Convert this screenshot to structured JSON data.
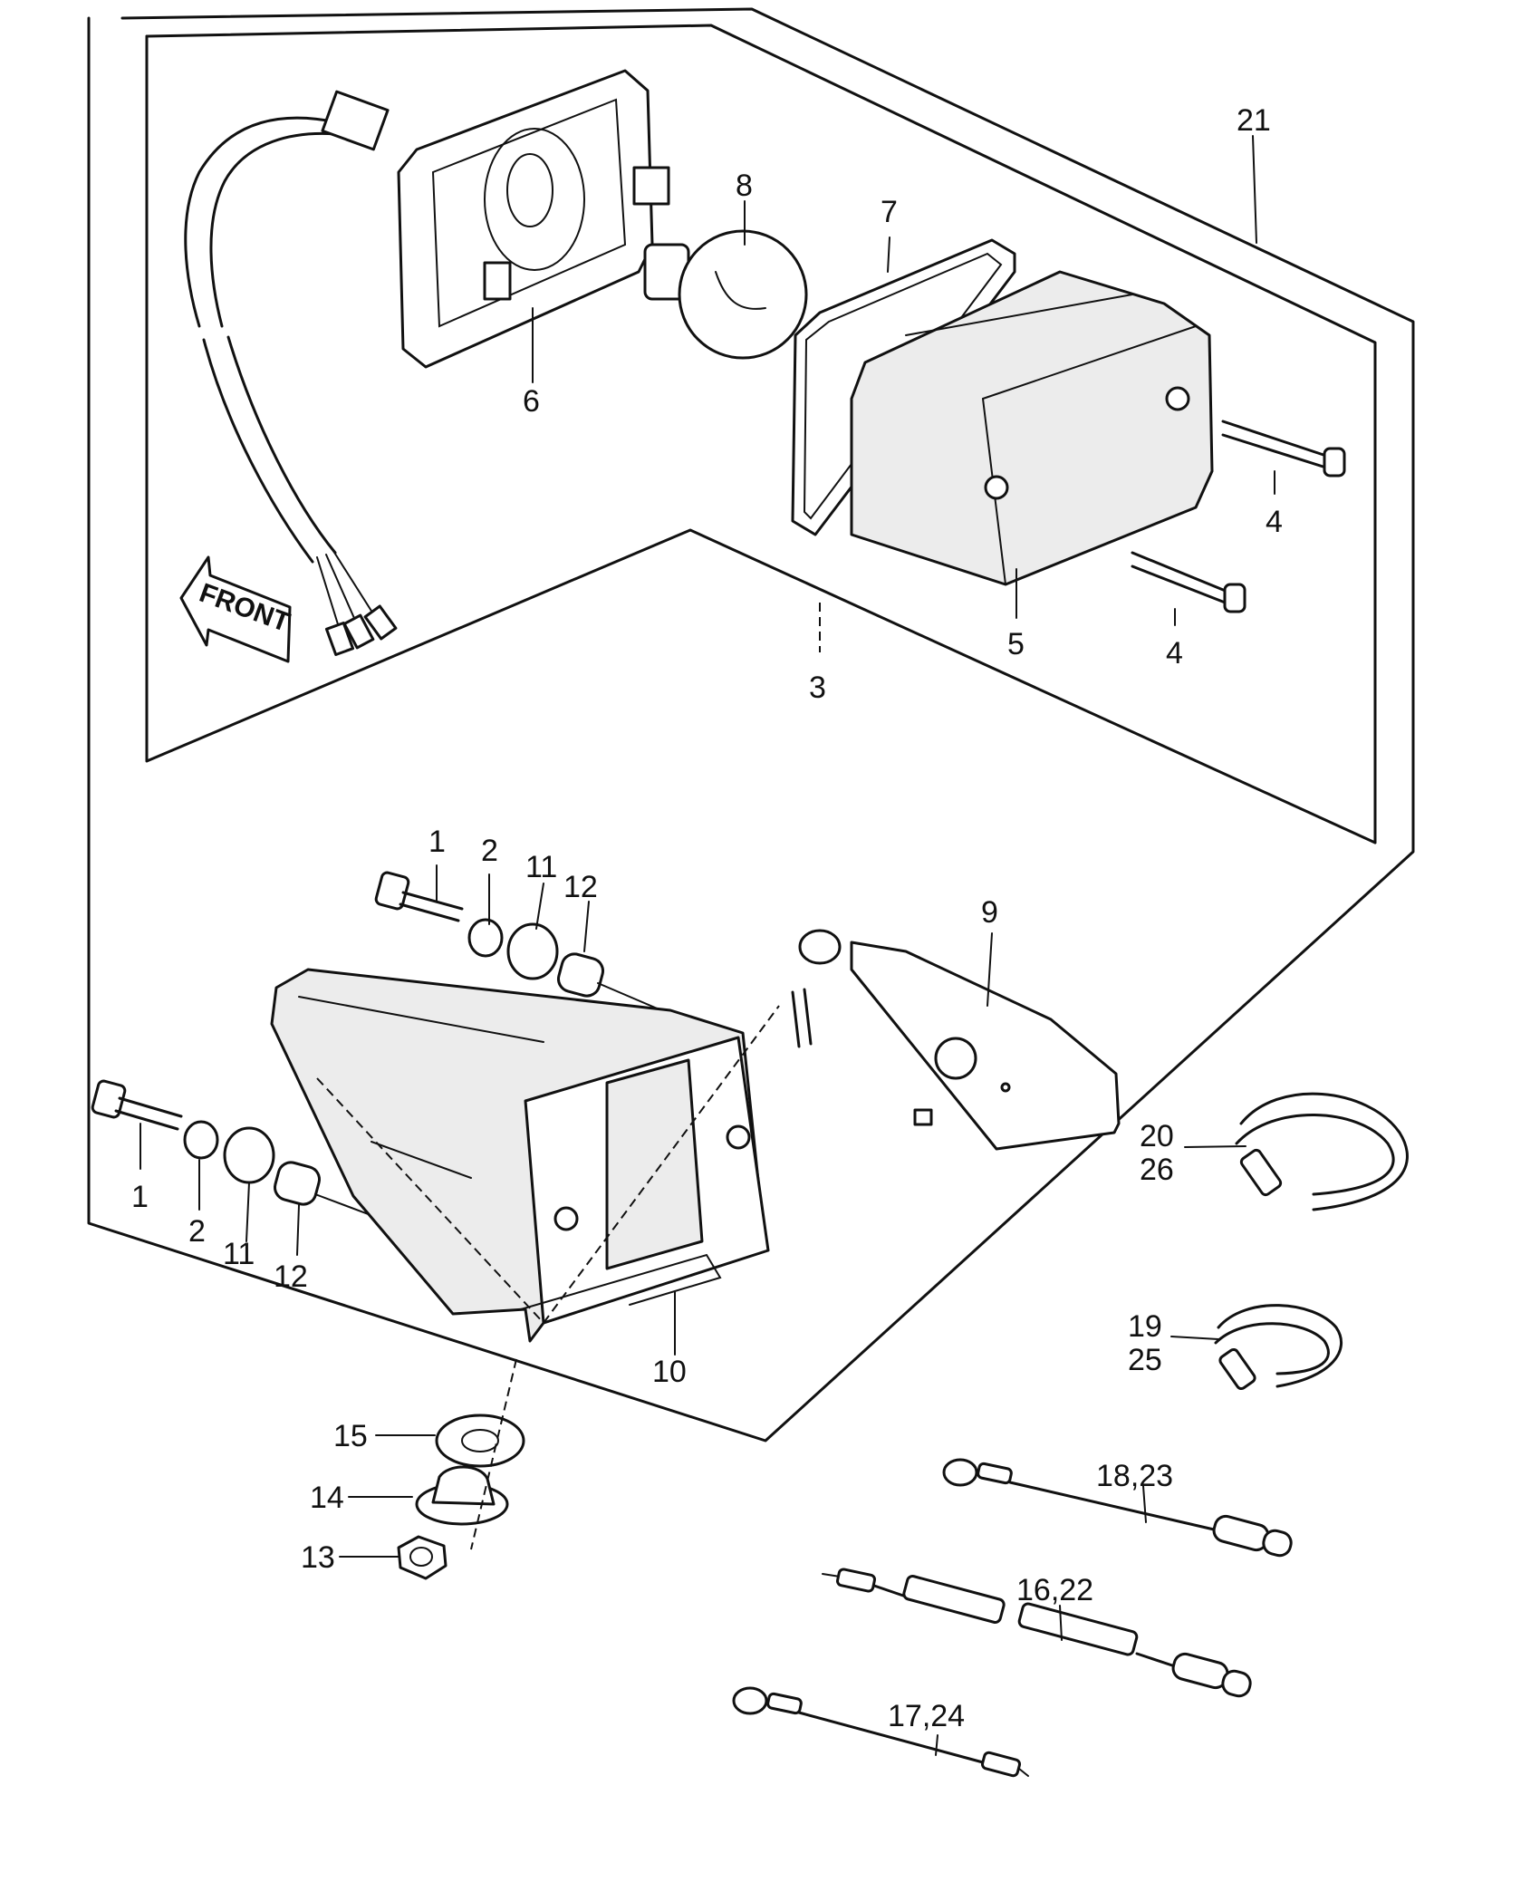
{
  "front_label": "FRONT",
  "callouts": {
    "p21": "21",
    "p8": "8",
    "p7": "7",
    "p6": "6",
    "p4a": "4",
    "p4b": "4",
    "p5": "5",
    "p3": "3",
    "p1a": "1",
    "p2a": "2",
    "p11a": "11",
    "p12a": "12",
    "p9": "9",
    "p1b": "1",
    "p2b": "2",
    "p11b": "11",
    "p12b": "12",
    "p10": "10",
    "p20": "20",
    "p26": "26",
    "p19": "19",
    "p25": "25",
    "p15": "15",
    "p14": "14",
    "p13": "13",
    "p18_23": "18,23",
    "p16_22": "16,22",
    "p17_24": "17,24"
  },
  "colors": {
    "line": "#111111",
    "background": "#ffffff",
    "shade": "#ececec"
  }
}
